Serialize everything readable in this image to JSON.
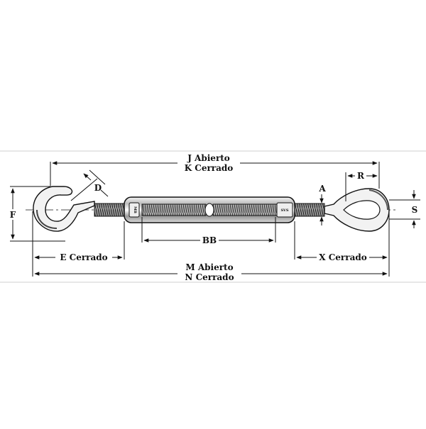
{
  "diagram": {
    "dimensions": {
      "j": "J  Abierto",
      "k": "K Cerrado",
      "d": "D",
      "r": "R",
      "a": "A",
      "s": "S",
      "f": "F",
      "bb": "BB",
      "e": "E  Cerrado",
      "x": "X  Cerrado",
      "m": "M Abierto",
      "n": "N  Cerrado"
    },
    "frame_marks": {
      "left": "MB",
      "right": "SVS"
    }
  }
}
